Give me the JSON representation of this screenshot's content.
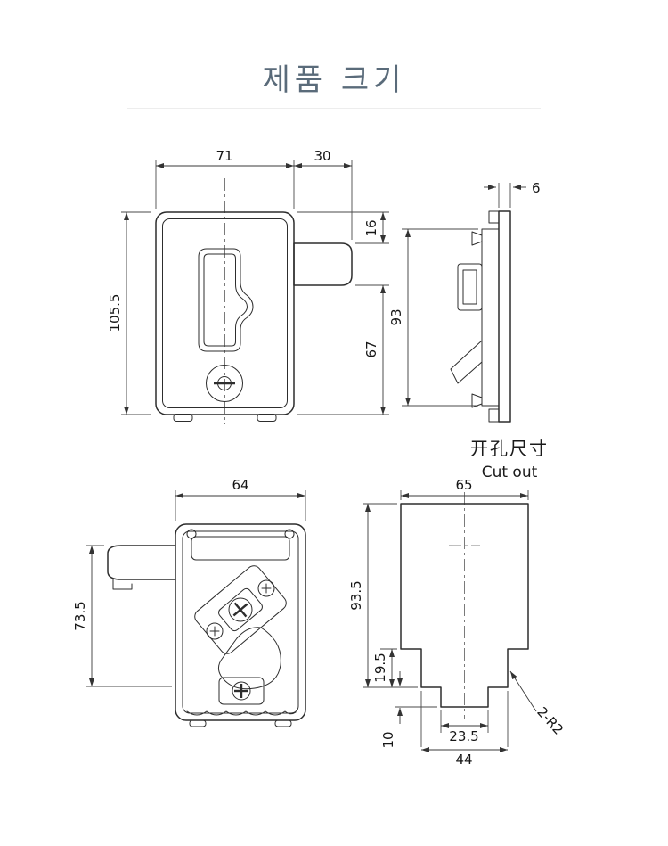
{
  "title": "제품 크기",
  "labels": {
    "cutout_zh": "开孔尺寸",
    "cutout_en": "Cut out"
  },
  "dims": {
    "front": {
      "width": "71",
      "handle_len": "30",
      "height": "105.5",
      "top_gap": "16",
      "bottom_gap": "67"
    },
    "side": {
      "height": "93",
      "panel": "6"
    },
    "back": {
      "width": "64",
      "height": "73.5"
    },
    "cutout": {
      "width": "65",
      "height": "93.5",
      "step": "19.5",
      "notch_depth": "10",
      "notch_width": "23.5",
      "step_width": "44",
      "radius_note": "2-R2"
    }
  }
}
